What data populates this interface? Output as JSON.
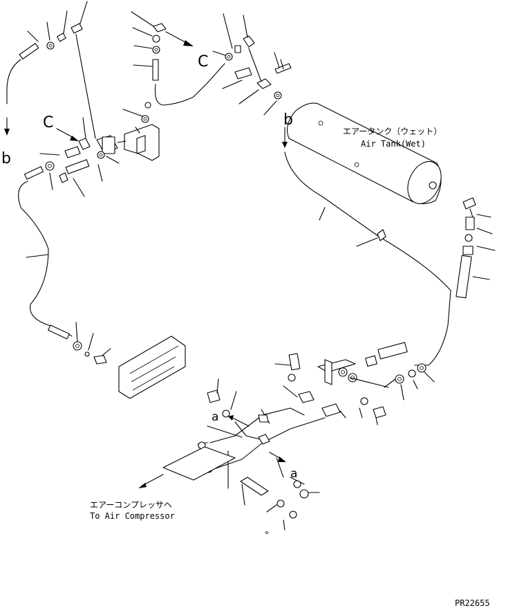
{
  "labels": {
    "air_tank_jp": "エアータンク（ウェット）",
    "air_tank_en": "Air Tank(Wet)",
    "to_compressor_jp": "エアーコンプレッサヘ",
    "to_compressor_en": "To Air Compressor",
    "ref_c_top": "C",
    "ref_c_left": "C",
    "ref_b_left": "b",
    "ref_b_tank": "b",
    "ref_a_left": "a",
    "ref_a_right": "a",
    "drawing_id": "PR22655"
  }
}
